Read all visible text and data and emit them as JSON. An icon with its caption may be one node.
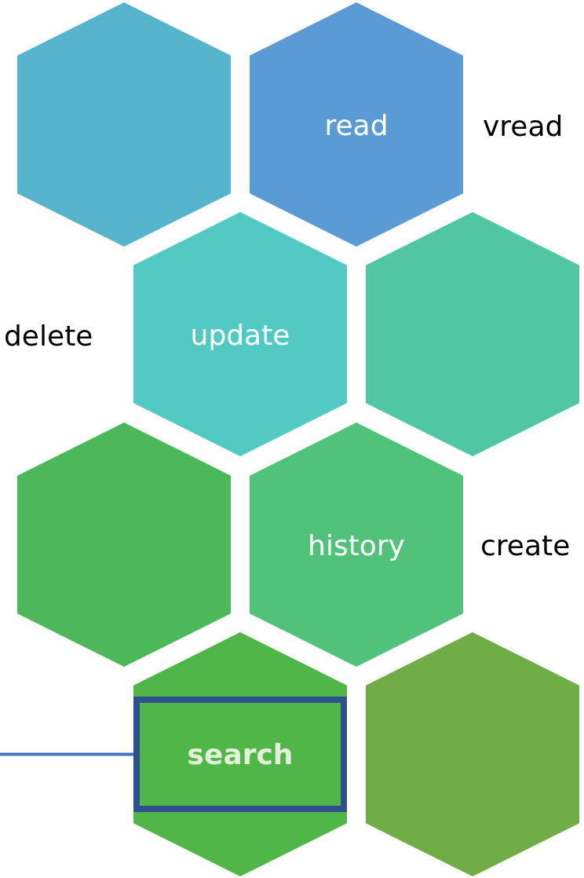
{
  "diagram": {
    "nodes": [
      {
        "text": [],
        "shape": "hexagon"
      },
      {
        "text": [
          "read"
        ]
      },
      {
        "text": [
          "update"
        ]
      },
      {
        "text": [],
        "shape": "hexagon"
      },
      {
        "text": [],
        "shape": "hexagon"
      },
      {
        "text": [
          "history"
        ]
      },
      {
        "text": [],
        "shape": "hexagon"
      },
      {
        "text": [
          "search"
        ],
        "in": 6
      },
      {
        "text": [],
        "shape": "hexagon"
      }
    ],
    "edges": [
      {
        "from": null,
        "to": 7,
        "arrow": "none"
      }
    ],
    "labels": [
      "vread",
      "delete",
      "create"
    ]
  }
}
